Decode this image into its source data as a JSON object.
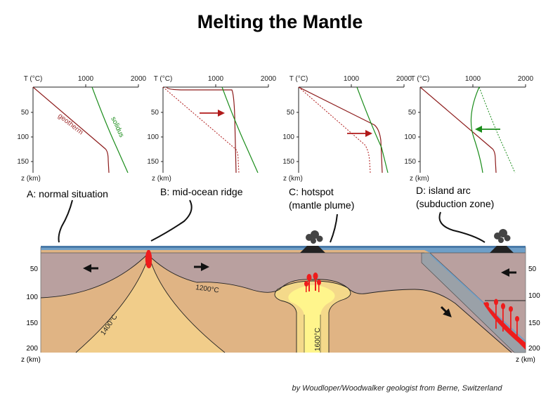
{
  "title": "Melting the Mantle",
  "credit": "by Woudloper/Woodwalker geologist from Berne, Switzerland",
  "graph_axes": {
    "temp_label": "T (°C)",
    "temp_ticks": [
      "1000",
      "2000"
    ],
    "depth_label": "z (km)",
    "depth_ticks": [
      "50",
      "100",
      "150"
    ]
  },
  "panels": [
    {
      "id": "A",
      "caption_lines": [
        "A: normal situation"
      ],
      "curve_labels": [
        "geotherm",
        "solidus"
      ]
    },
    {
      "id": "B",
      "caption_lines": [
        "B: mid-ocean ridge"
      ]
    },
    {
      "id": "C",
      "caption_lines": [
        "C: hotspot",
        "(mantle plume)"
      ]
    },
    {
      "id": "D",
      "caption_lines": [
        "D: island arc",
        "(subduction zone)"
      ]
    }
  ],
  "cross_section": {
    "depth_ticks": [
      "50",
      "100",
      "150",
      "200"
    ],
    "depth_label": "z (km)",
    "isotherm_labels": [
      "1200°C",
      "1400°C",
      "1600°C"
    ]
  },
  "colors": {
    "ocean": "#6f9fc8",
    "lithosphere": "#b9a09f",
    "asthenosphere": "#e0b484",
    "deep_mantle": "#f1cd8a",
    "plume_core": "#fff58c",
    "magma": "#ee1c1c",
    "geotherm": "#8c1a1a",
    "solidus": "#1a8c1a"
  }
}
